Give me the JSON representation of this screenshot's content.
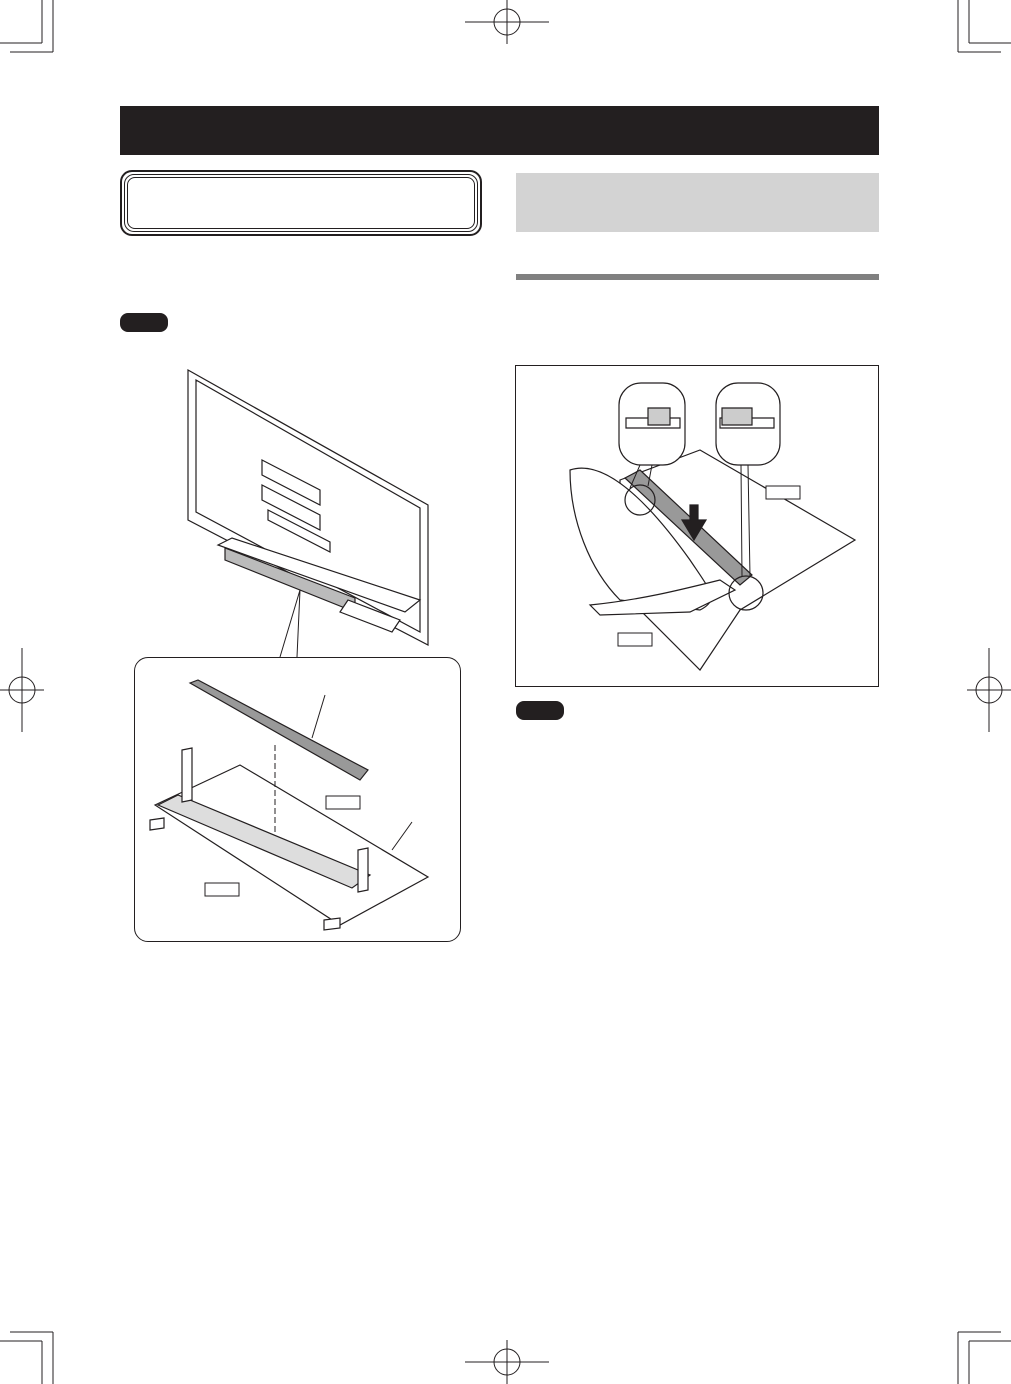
{
  "page": {
    "colors": {
      "ink": "#231f20",
      "heading_fill": "#d3d3d3",
      "rule": "#808080",
      "paper": "#ffffff"
    }
  },
  "header_bar": {
    "title": ""
  },
  "left_column": {
    "framed_title": "",
    "note_badge": "",
    "figure": {
      "illustration": "tv-rear-with-stand-and-cover",
      "detail": "stand-and-cover-rail"
    }
  },
  "right_column": {
    "section_heading": "",
    "figure": {
      "illustration": "hands-inserting-cover-into-stand",
      "callouts": [
        "cover-latch-detail-left",
        "cover-latch-detail-right"
      ]
    },
    "note_badge": ""
  }
}
